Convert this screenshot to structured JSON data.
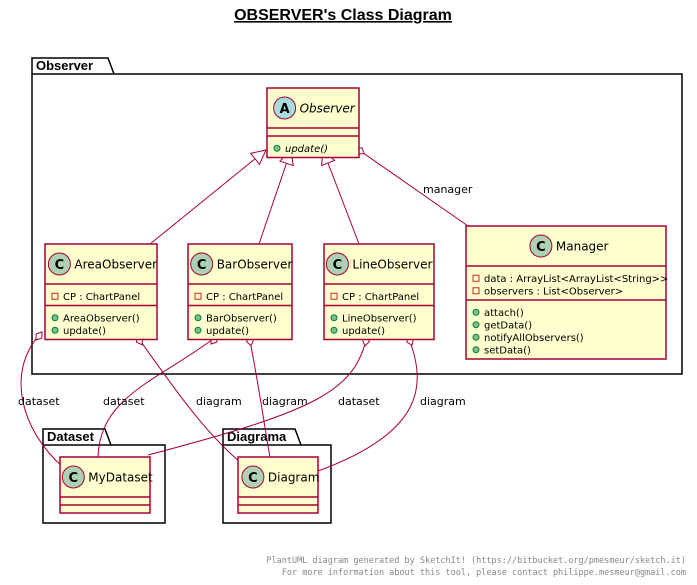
{
  "title": "OBSERVER's Class Diagram",
  "colors": {
    "class_fill": "#FEFECE",
    "class_border": "#A80036",
    "circle_class": "#ADD1B2",
    "circle_abstract": "#A9DCDF",
    "vis_private_border": "#C82930",
    "vis_public_fill": "#84BE84",
    "vis_public_border": "#038048",
    "package_fill": "#FFFFFF",
    "text": "#000000"
  },
  "packages": [
    {
      "id": "observer_pkg",
      "name": "Observer"
    },
    {
      "id": "dataset_pkg",
      "name": "Dataset"
    },
    {
      "id": "diagrama_pkg",
      "name": "Diagrama"
    }
  ],
  "classes": [
    {
      "id": "observer",
      "name": "Observer",
      "stereotype": "A",
      "italic": true,
      "abstract": true,
      "fields": [],
      "methods": [
        {
          "vis": "public",
          "text": "update()",
          "italic": true
        }
      ]
    },
    {
      "id": "area",
      "name": "AreaObserver",
      "stereotype": "C",
      "fields": [
        {
          "vis": "private",
          "text": "CP : ChartPanel"
        }
      ],
      "methods": [
        {
          "vis": "public",
          "text": "AreaObserver()"
        },
        {
          "vis": "public",
          "text": "update()"
        }
      ]
    },
    {
      "id": "bar",
      "name": "BarObserver",
      "stereotype": "C",
      "fields": [
        {
          "vis": "private",
          "text": "CP : ChartPanel"
        }
      ],
      "methods": [
        {
          "vis": "public",
          "text": "BarObserver()"
        },
        {
          "vis": "public",
          "text": "update()"
        }
      ]
    },
    {
      "id": "line",
      "name": "LineObserver",
      "stereotype": "C",
      "fields": [
        {
          "vis": "private",
          "text": "CP : ChartPanel"
        }
      ],
      "methods": [
        {
          "vis": "public",
          "text": "LineObserver()"
        },
        {
          "vis": "public",
          "text": "update()"
        }
      ]
    },
    {
      "id": "manager",
      "name": "Manager",
      "stereotype": "C",
      "fields": [
        {
          "vis": "private",
          "text": "data : ArrayList<ArrayList<String>>"
        },
        {
          "vis": "private",
          "text": "observers : List<Observer>"
        }
      ],
      "methods": [
        {
          "vis": "public",
          "text": "attach()"
        },
        {
          "vis": "public",
          "text": "getData()"
        },
        {
          "vis": "public",
          "text": "notifyAllObservers()"
        },
        {
          "vis": "public",
          "text": "setData()"
        }
      ]
    },
    {
      "id": "mydataset",
      "name": "MyDataset",
      "stereotype": "C",
      "fields": [],
      "methods": []
    },
    {
      "id": "diagram",
      "name": "Diagram",
      "stereotype": "C",
      "fields": [],
      "methods": []
    }
  ],
  "relations": [
    {
      "id": "gen_area",
      "type": "generalization",
      "from": "area",
      "to": "observer",
      "label": ""
    },
    {
      "id": "gen_bar",
      "type": "generalization",
      "from": "bar",
      "to": "observer",
      "label": ""
    },
    {
      "id": "gen_line",
      "type": "generalization",
      "from": "line",
      "to": "observer",
      "label": ""
    },
    {
      "id": "agg_manager",
      "type": "aggregation",
      "from": "observer",
      "to": "manager",
      "label": "manager"
    },
    {
      "id": "agg_area_dataset",
      "type": "aggregation",
      "from": "area",
      "to": "mydataset",
      "label": "dataset"
    },
    {
      "id": "agg_area_diagram",
      "type": "aggregation",
      "from": "area",
      "to": "diagram",
      "label": "diagram"
    },
    {
      "id": "agg_bar_dataset",
      "type": "aggregation",
      "from": "bar",
      "to": "mydataset",
      "label": "dataset"
    },
    {
      "id": "agg_bar_diagram",
      "type": "aggregation",
      "from": "bar",
      "to": "diagram",
      "label": "diagram"
    },
    {
      "id": "agg_line_dataset",
      "type": "aggregation",
      "from": "line",
      "to": "mydataset",
      "label": "dataset"
    },
    {
      "id": "agg_line_diagram",
      "type": "aggregation",
      "from": "line",
      "to": "diagram",
      "label": "diagram"
    }
  ],
  "footer": {
    "line1": "PlantUML diagram generated by SketchIt! (https://bitbucket.org/pmesmeur/sketch.it)",
    "line2": "For more information about this tool, please contact philippe.mesmeur@gmail.com"
  }
}
